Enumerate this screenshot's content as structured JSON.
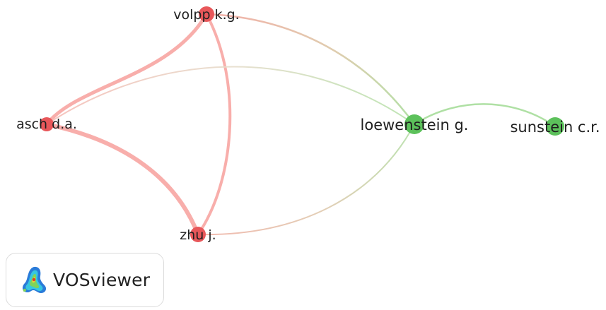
{
  "network": {
    "nodes": [
      {
        "id": "volpp",
        "label": "volpp k.g.",
        "cluster": "red"
      },
      {
        "id": "asch",
        "label": "asch d.a.",
        "cluster": "red"
      },
      {
        "id": "zhu",
        "label": "zhu j.",
        "cluster": "red"
      },
      {
        "id": "loewenstein",
        "label": "loewenstein g.",
        "cluster": "green"
      },
      {
        "id": "sunstein",
        "label": "sunstein c.r.",
        "cluster": "green"
      }
    ],
    "links": [
      {
        "source": "volpp",
        "target": "asch"
      },
      {
        "source": "volpp",
        "target": "zhu"
      },
      {
        "source": "asch",
        "target": "zhu"
      },
      {
        "source": "volpp",
        "target": "loewenstein"
      },
      {
        "source": "asch",
        "target": "loewenstein"
      },
      {
        "source": "zhu",
        "target": "loewenstein"
      },
      {
        "source": "loewenstein",
        "target": "sunstein"
      }
    ],
    "colors": {
      "red": "#e8575a",
      "red_link": "#f7a5a2",
      "green": "#5cc15b",
      "green_link": "#a6dd9a"
    }
  },
  "logo": {
    "text": "VOSviewer",
    "icon": "vosviewer-logo-icon"
  }
}
